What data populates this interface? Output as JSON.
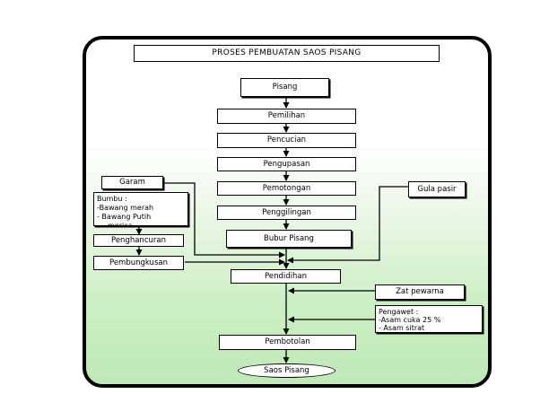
{
  "title": "PROSES PEMBUATAN SAOS PISANG",
  "main_steps": [
    "Pisang",
    "Pemilihan",
    "Pencucian",
    "Pengupasan",
    "Pemotongan",
    "Penggilingan",
    "Bubur Pisang",
    "Pendidihan",
    "Pembotolan",
    "Saos Pisang"
  ],
  "left_inputs": {
    "garam": "Garam",
    "bumbu_lines": [
      "Bumbu :",
      "-Bawang merah",
      "- Bawang Putih",
      "merica"
    ],
    "penghancuran": "Penghancuran",
    "pembungkusan": "Pembungkusan"
  },
  "right_inputs": {
    "gula_pasir": "Gula pasir",
    "zat_pewarna": "Zat  pewarna",
    "pengawet_lines": [
      "Pengawet :",
      "-Asam cuka 25 %",
      "- Asam sitrat"
    ]
  }
}
